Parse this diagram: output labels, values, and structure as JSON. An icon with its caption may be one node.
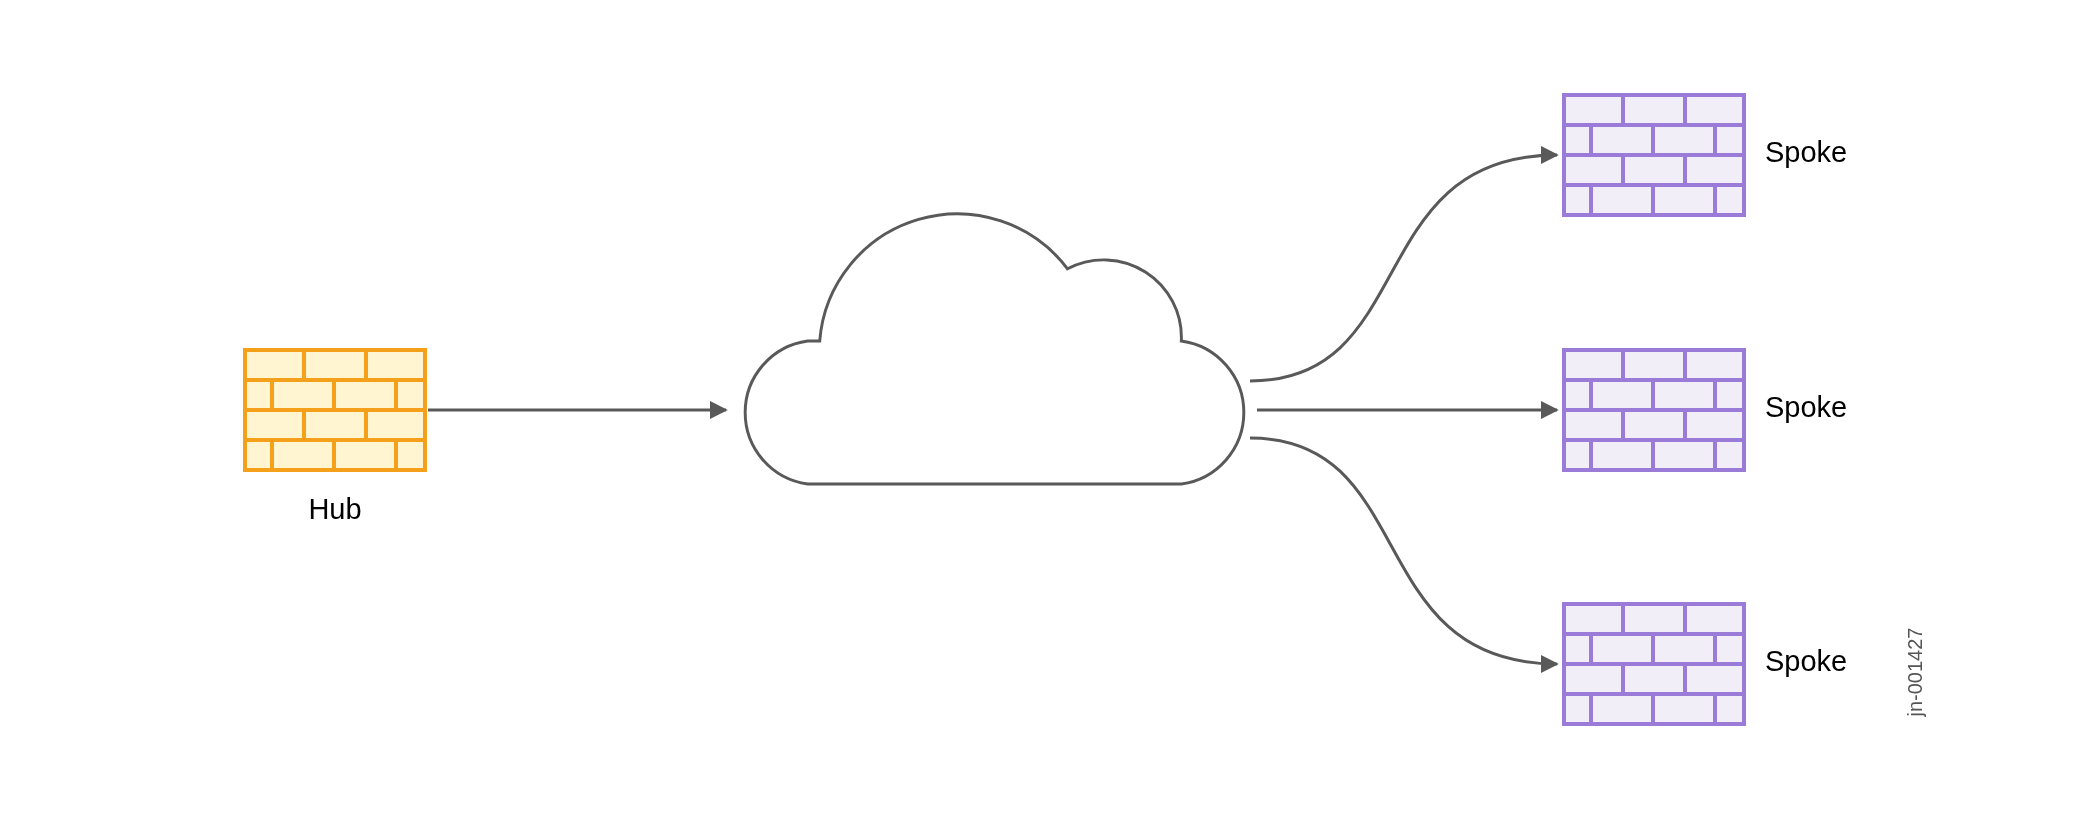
{
  "diagram": {
    "nodes": [
      {
        "text": [
          "Hub"
        ]
      },
      {
        "text": [],
        "shape": "cloud"
      },
      {
        "text": [
          "Spoke"
        ]
      },
      {
        "text": [
          "Spoke"
        ]
      },
      {
        "text": [
          "Spoke"
        ]
      }
    ],
    "edges": [
      {
        "from": 0,
        "to": 1,
        "arrow": "to"
      },
      {
        "from": 1,
        "to": 2,
        "arrow": "to"
      },
      {
        "from": 1,
        "to": 3,
        "arrow": "to"
      },
      {
        "from": 1,
        "to": 4,
        "arrow": "to"
      }
    ],
    "labels": [
      "jn-001427"
    ]
  }
}
